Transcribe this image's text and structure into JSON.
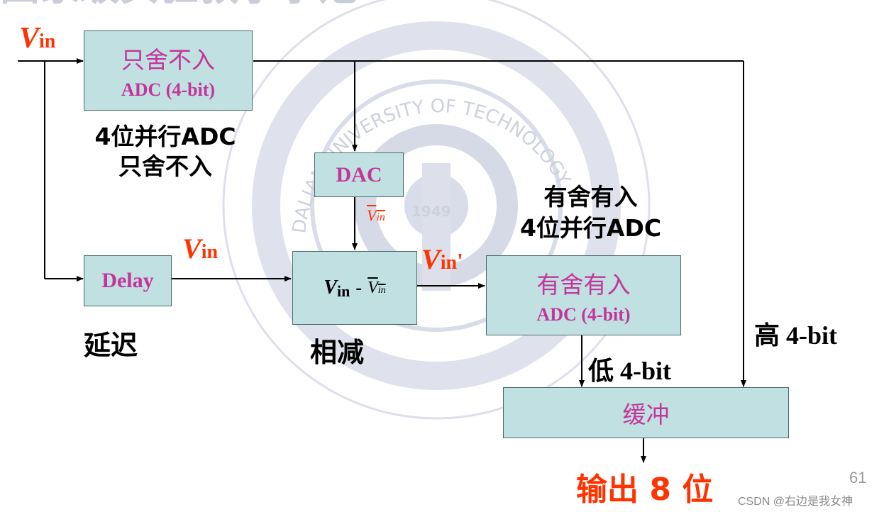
{
  "watermark": {
    "arc_text": "国家级实验教学示范",
    "ring_text": "DALIAN UNIVERSITY OF TECHNOLOGY",
    "year": "1949"
  },
  "inputs": {
    "vin_main": "V",
    "vin_sub": "in"
  },
  "blocks": {
    "adc1": {
      "title": "只舍不入",
      "subtitle": "ADC (4-bit)"
    },
    "dac": {
      "title": "DAC"
    },
    "delay": {
      "title": "Delay"
    },
    "sub": {
      "v": "V",
      "sub": "in",
      "minus": "-",
      "v2": "V",
      "sub2": "in"
    },
    "adc2": {
      "title": "有舍有入",
      "subtitle": "ADC (4-bit)"
    },
    "buffer": {
      "title": "缓冲"
    }
  },
  "labels": {
    "adc1_caption_1": "4位并行ADC",
    "adc1_caption_2": "只舍不入",
    "adc2_caption_1": "有舍有入",
    "adc2_caption_2": "4位并行ADC",
    "delay_caption": "延迟",
    "sub_caption": "相减",
    "vin_delay_v": "V",
    "vin_delay_sub": "in",
    "vin_bar_v": "V",
    "vin_bar_sub": "in",
    "vin_prime_v": "V",
    "vin_prime_sub": "in",
    "vin_prime_mark": "'",
    "low_bits": "低 4-bit",
    "high_bits": "高 4-bit",
    "output": "输出 8 位"
  },
  "footer": {
    "page_number": "61",
    "credit": "CSDN @右边是我女神"
  },
  "colors": {
    "block_fill": "#c1e0e2",
    "block_text": "#c4359a",
    "signal_red": "#ff3300",
    "watermark": "#c9cdd9"
  }
}
